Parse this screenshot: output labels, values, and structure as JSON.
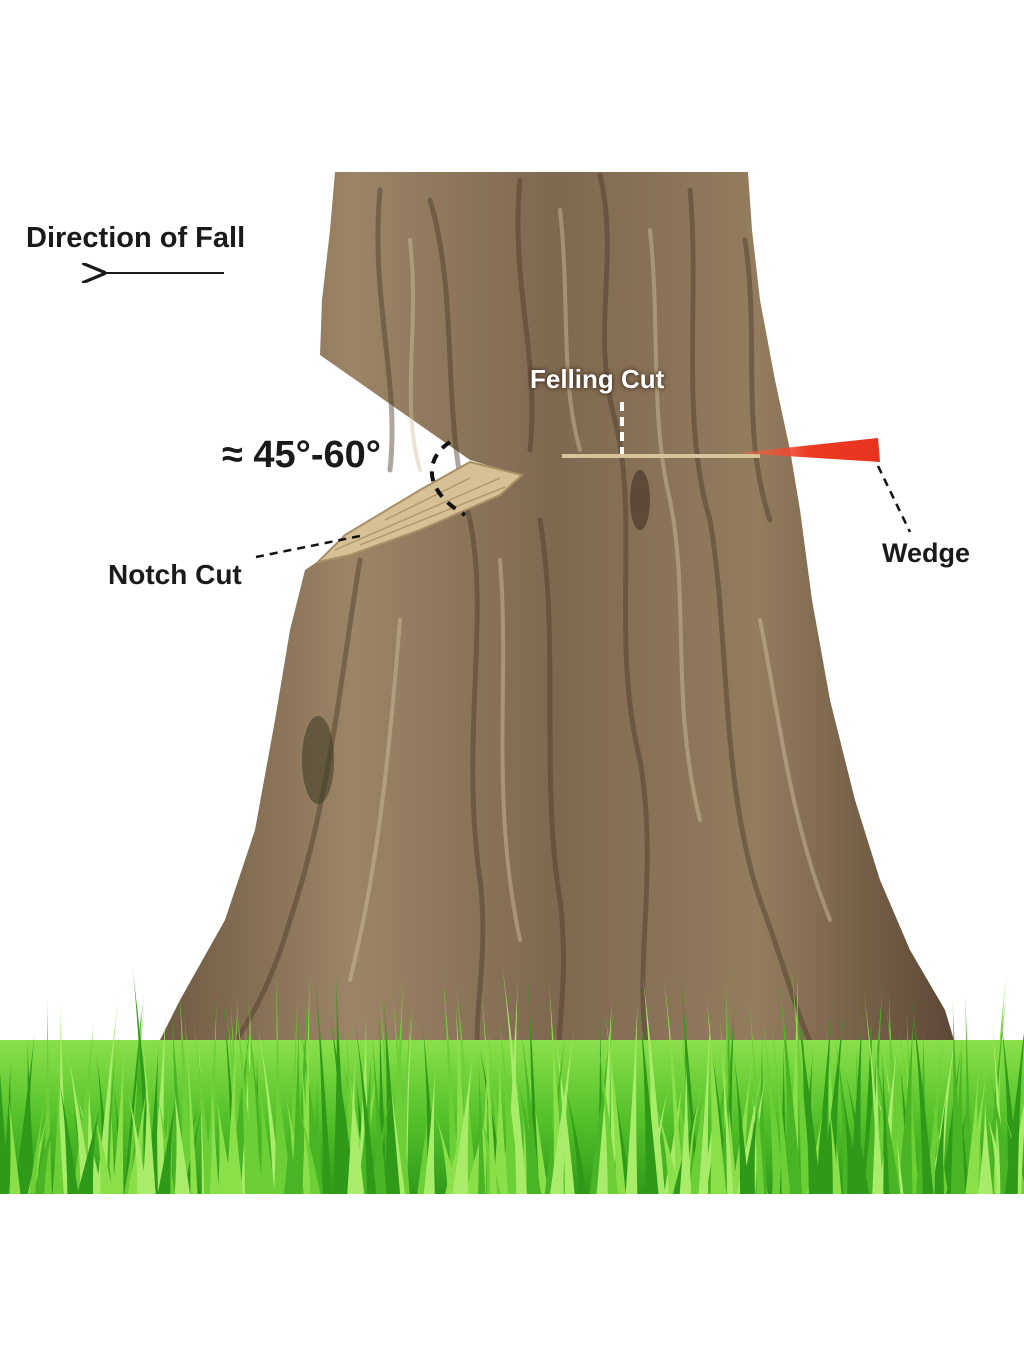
{
  "labels": {
    "direction_of_fall": "Direction of Fall",
    "angle_range": "≈ 45°-60°",
    "felling_cut": "Felling Cut",
    "notch_cut": "Notch Cut",
    "wedge": "Wedge"
  },
  "colors": {
    "bark_dark": "#5e4a36",
    "bark_mid": "#8a7256",
    "bark_light": "#b9a385",
    "cut_wood": "#d6c095",
    "wedge": "#e8321e",
    "grass_dark": "#2f9a1a",
    "grass_light": "#8be04a",
    "label_text": "#1a1a1a"
  },
  "icons": {
    "direction_arrow": "arrow-left-icon"
  }
}
